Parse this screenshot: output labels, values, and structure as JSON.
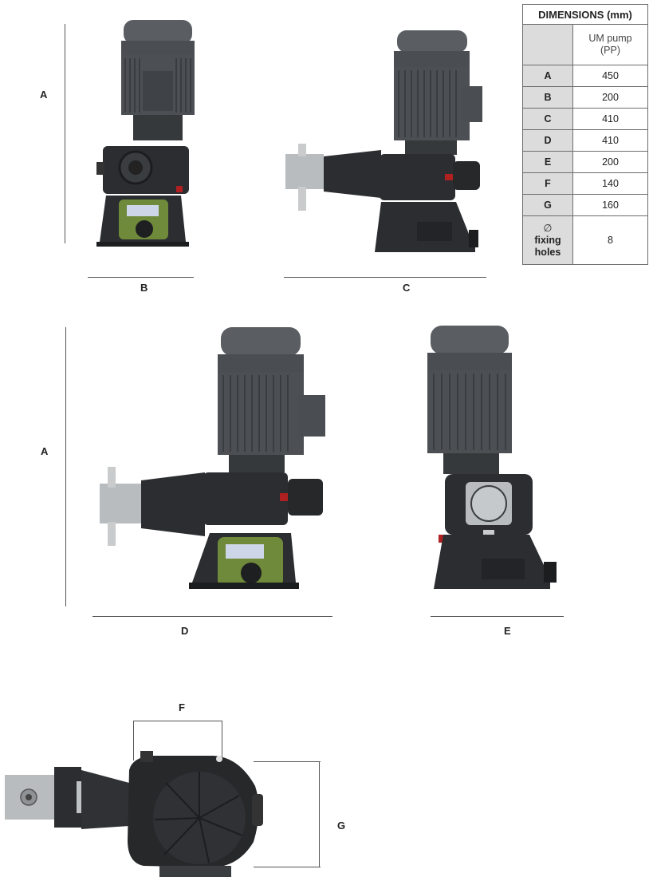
{
  "table": {
    "title": "DIMENSIONS (mm)",
    "column_header_line1": "UM pump",
    "column_header_line2": "(PP)",
    "rows": [
      {
        "key": "A",
        "value": "450"
      },
      {
        "key": "B",
        "value": "200"
      },
      {
        "key": "C",
        "value": "410"
      },
      {
        "key": "D",
        "value": "410"
      },
      {
        "key": "E",
        "value": "200"
      },
      {
        "key": "F",
        "value": "140"
      },
      {
        "key": "G",
        "value": "160"
      }
    ],
    "fixing_symbol": "∅",
    "fixing_line1": "fixing",
    "fixing_line2": "holes",
    "fixing_value": "8"
  },
  "labels": {
    "a_top": "A",
    "b": "B",
    "c": "C",
    "a_mid": "A",
    "d": "D",
    "e": "E",
    "f": "F",
    "g": "G"
  },
  "colors": {
    "motor": "#5a5e62",
    "body": "#2b2d30",
    "green_panel": "#6f8a3a",
    "steel": "#b9bcbe"
  }
}
